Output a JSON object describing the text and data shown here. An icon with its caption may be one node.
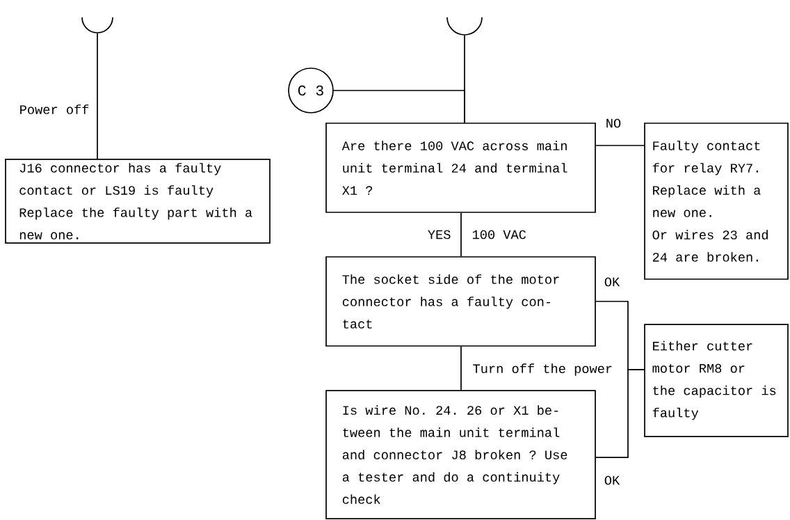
{
  "diagram": {
    "nodes": [
      {
        "text": [],
        "shape": "circle"
      },
      {
        "text": [],
        "shape": "circle"
      },
      {
        "text": [
          "C 3"
        ]
      },
      {
        "text": [
          "J16 connector has a faulty contact or LS19 is faulty",
          "Replace the faulty part with a new one."
        ]
      },
      {
        "text": [
          "Are there 100 VAC across main unit terminal 24 and terminal X1 ?"
        ]
      },
      {
        "text": [
          "Faulty contact for relay RY7. Replace with a new one.",
          "Or wires 23 and 24 are broken."
        ]
      },
      {
        "text": [
          "The socket side of the motor connector has a faulty con- tact"
        ]
      },
      {
        "text": [
          "Is wire No. 24. 26 or X1 be- tween the main unit terminal and connector J8 broken ? Use a tester and do a continuity check"
        ]
      },
      {
        "text": [
          "Either cutter motor RM8 or the capacitor is faulty"
        ]
      }
    ],
    "edges": [
      {
        "from": 0,
        "to": 3,
        "arrow": "none",
        "label": "Power off"
      },
      {
        "from": 1,
        "to": 4,
        "arrow": "none"
      },
      {
        "from": 2,
        "to": 4,
        "arrow": "none"
      },
      {
        "from": 4,
        "to": 5,
        "arrow": "none",
        "label": "NO"
      },
      {
        "from": 4,
        "to": 6,
        "arrow": "none",
        "label": "YES"
      },
      {
        "from": 6,
        "to": 8,
        "arrow": "none",
        "label": "OK"
      },
      {
        "from": 6,
        "to": 7,
        "arrow": "none",
        "label": "Turn off the power"
      },
      {
        "from": 7,
        "to": 8,
        "arrow": "none",
        "label": "OK"
      }
    ],
    "labels": [
      "100 VAC"
    ]
  }
}
